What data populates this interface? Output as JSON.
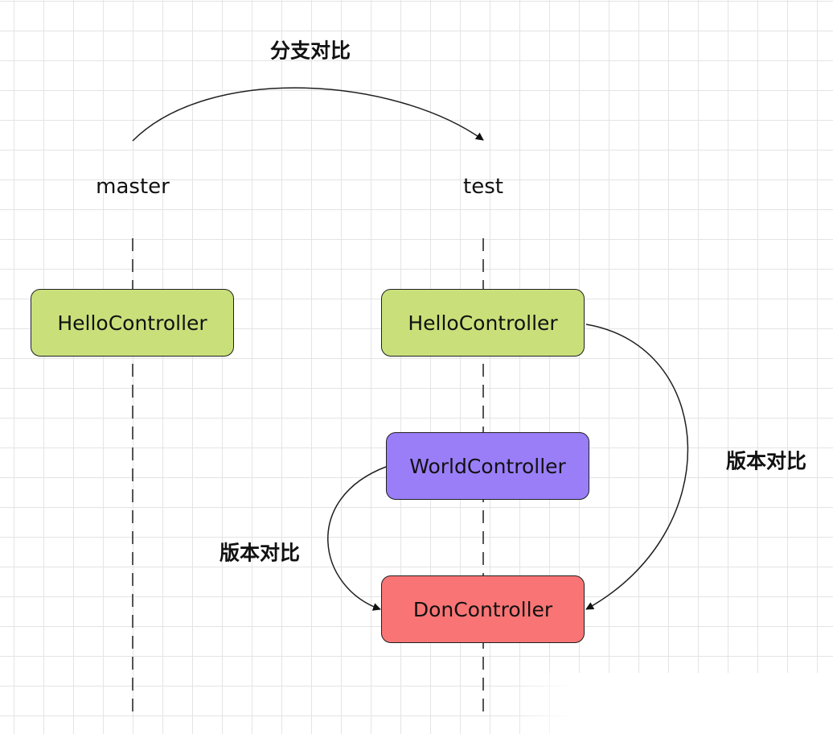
{
  "diagram": {
    "type": "branch-version-comparison",
    "lanes": [
      {
        "id": "master",
        "label": "master"
      },
      {
        "id": "test",
        "label": "test"
      }
    ],
    "nodes": [
      {
        "id": "hello-master",
        "lane": "master",
        "label": "HelloController",
        "color": "#c9e07a"
      },
      {
        "id": "hello-test",
        "lane": "test",
        "label": "HelloController",
        "color": "#c9e07a"
      },
      {
        "id": "world",
        "lane": "test",
        "label": "WorldController",
        "color": "#9a7ef8"
      },
      {
        "id": "don",
        "lane": "test",
        "label": "DonController",
        "color": "#f97575"
      }
    ],
    "edges": [
      {
        "from": "master",
        "to": "test",
        "label": "分支对比"
      },
      {
        "from": "hello-test",
        "to": "don",
        "label": "版本对比"
      },
      {
        "from": "world",
        "to": "don",
        "label": "版本对比"
      }
    ]
  },
  "colors": {
    "grid": "#e4e4e4",
    "stroke": "#1f1f1f",
    "text": "#111111"
  }
}
